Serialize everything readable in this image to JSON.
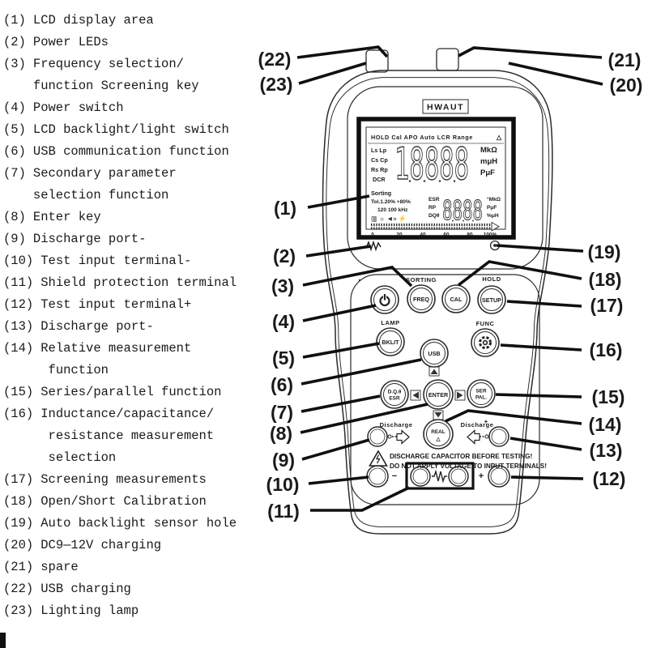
{
  "legend": {
    "items": [
      {
        "num": "(1)",
        "text": "LCD display area"
      },
      {
        "num": "(2)",
        "text": "Power LEDs"
      },
      {
        "num": "(3)",
        "text": "Frequency selection/\nfunction Screening key"
      },
      {
        "num": "(4)",
        "text": "Power switch"
      },
      {
        "num": "(5)",
        "text": "LCD backlight/light switch"
      },
      {
        "num": "(6)",
        "text": "USB communication function"
      },
      {
        "num": "(7)",
        "text": "Secondary parameter\nselection function"
      },
      {
        "num": "(8)",
        "text": "Enter key"
      },
      {
        "num": "(9)",
        "text": "Discharge port-"
      },
      {
        "num": "(10)",
        "text": "Test input terminal-"
      },
      {
        "num": "(11)",
        "text": "Shield protection terminal"
      },
      {
        "num": "(12)",
        "text": "Test input terminal+"
      },
      {
        "num": "(13)",
        "text": "Discharge port-"
      },
      {
        "num": "(14)",
        "text": "Relative measurement\n function"
      },
      {
        "num": "(15)",
        "text": "Series/parallel function"
      },
      {
        "num": "(16)",
        "text": "Inductance/capacitance/\n resistance measurement\n selection"
      },
      {
        "num": "(17)",
        "text": "Screening measurements"
      },
      {
        "num": "(18)",
        "text": "Open/Short Calibration"
      },
      {
        "num": "(19)",
        "text": "Auto backlight sensor hole"
      },
      {
        "num": "(20)",
        "text": "DC9—12V charging"
      },
      {
        "num": "(21)",
        "text": "spare"
      },
      {
        "num": "(22)",
        "text": "USB charging"
      },
      {
        "num": "(23)",
        "text": "Lighting lamp"
      }
    ]
  },
  "callouts": {
    "c1": "(1)",
    "c2": "(2)",
    "c3": "(3)",
    "c4": "(4)",
    "c5": "(5)",
    "c6": "(6)",
    "c7": "(7)",
    "c8": "(8)",
    "c9": "(9)",
    "c10": "(10)",
    "c11": "(11)",
    "c12": "(12)",
    "c13": "(13)",
    "c14": "(14)",
    "c15": "(15)",
    "c16": "(16)",
    "c17": "(17)",
    "c18": "(18)",
    "c19": "(19)",
    "c20": "(20)",
    "c21": "(21)",
    "c22": "(22)",
    "c23": "(23)"
  },
  "device": {
    "brand": "HWAUT",
    "lcd": {
      "status": "HOLD Cal APO Auto LCR Range",
      "range_warning": "△",
      "params_main": [
        "Ls Lp",
        "Cs Cp",
        "Rs Rp",
        "DCR"
      ],
      "main_digits": "18888",
      "units_main": [
        "MkΩ",
        "mμH",
        "PμF"
      ],
      "sorting": "Sorting",
      "tolerance": "Tol.1.20% +80%",
      "frequency": "120 100 kHz",
      "status_icons": "▥ ☼ ◄» ⚡",
      "params_sec": [
        "ESR",
        "RP",
        "DQθ"
      ],
      "sec_digits": "8888",
      "units_sec": [
        "°MkΩ",
        "PμF",
        "%μH"
      ],
      "bar_ticks": [
        "0",
        "20",
        "40",
        "60",
        "80",
        "100%"
      ]
    },
    "buttons": {
      "freq": "FREQ",
      "freq_top": "SORTING",
      "cal": "CAL",
      "setup": "SETUP",
      "setup_top": "HOLD",
      "bklit": "BKLIT",
      "bklit_top": "LAMP",
      "usb": "USB",
      "func_top": "FUNC",
      "dqe_1": "D.Q.θ",
      "dqe_2": "ESR",
      "enter": "ENTER",
      "ser_1": "SER",
      "ser_2": "PAL.",
      "real_1": "REAL",
      "real_2": "△"
    },
    "ports": {
      "discharge_left": "Discharge",
      "discharge_right": "Discharge",
      "plus_small": "+",
      "minus": "−",
      "plus": "+"
    },
    "warning1": "DISCHARGE CAPACITOR BEFORE TESTING!",
    "warning2": "DO NOT APPLY VOLTAGE TO INPUT TERMINALS!"
  }
}
